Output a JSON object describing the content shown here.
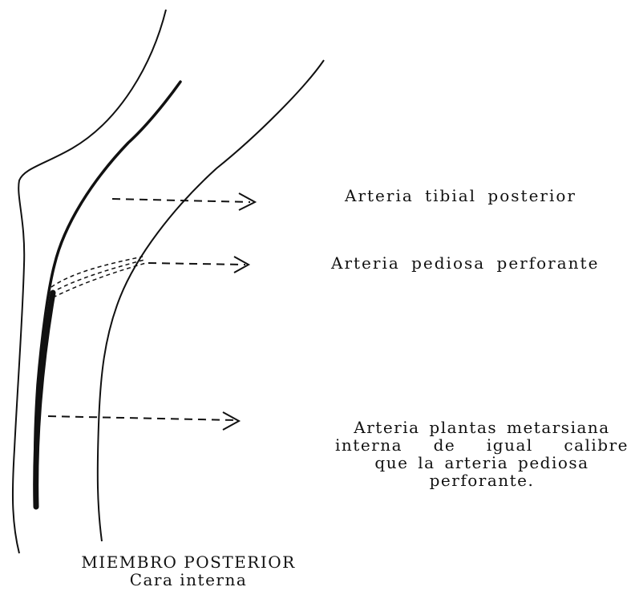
{
  "labels": {
    "tibial_posterior": "Arteria tibial posterior",
    "pediosa_perforante": "Arteria pediosa perforante",
    "plantar_line1": "Arteria plantas metarsiana",
    "plantar_line2": "interna de igual calibre",
    "plantar_line3": "que la arteria pediosa",
    "plantar_line4": "perforante."
  },
  "caption": {
    "title": "MIEMBRO POSTERIOR",
    "subtitle": "Cara interna"
  },
  "colors": {
    "ink": "#111111",
    "background": "#ffffff"
  }
}
